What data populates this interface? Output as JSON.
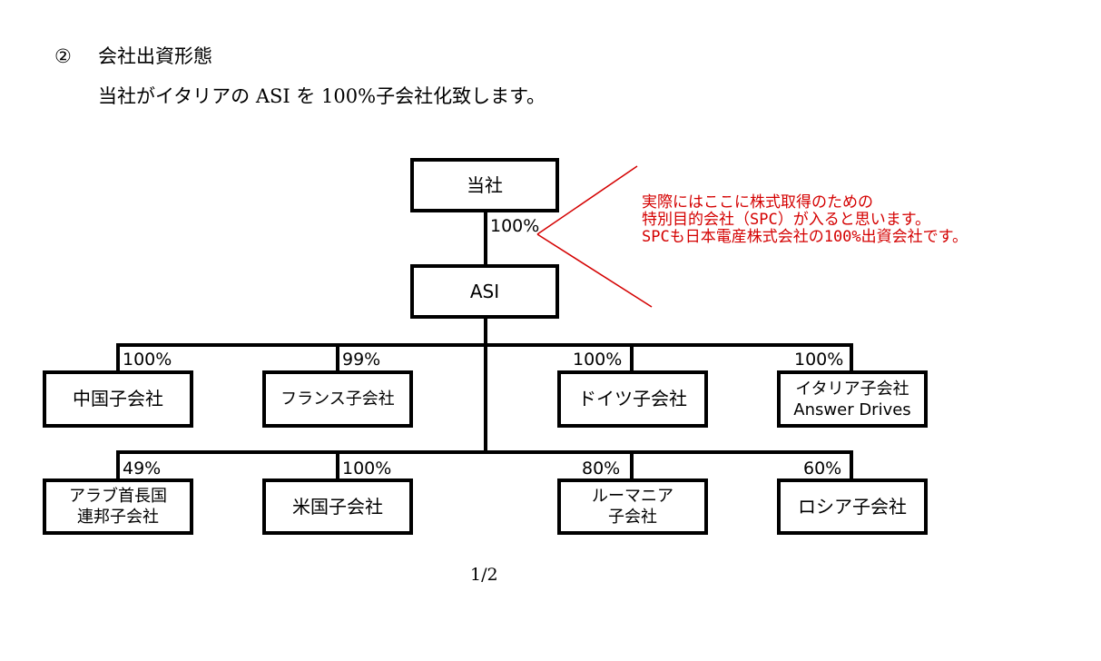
{
  "heading": {
    "number": "②",
    "title": "会社出資形態"
  },
  "subline": "当社がイタリアの ASI を 100%子会社化致します。",
  "top_company": {
    "name": "当社",
    "pct_to_asi": "100%"
  },
  "asi": {
    "name": "ASI"
  },
  "row1": [
    {
      "name": "中国子会社",
      "pct": "100%"
    },
    {
      "name": "フランス子会社",
      "pct": "99%"
    },
    {
      "name": "ドイツ子会社",
      "pct": "100%"
    },
    {
      "name_line1": "イタリア子会社",
      "name_line2": "Answer Drives",
      "pct": "100%"
    }
  ],
  "row2": [
    {
      "name_line1": "アラブ首長国",
      "name_line2": "連邦子会社",
      "pct": "49%"
    },
    {
      "name": "米国子会社",
      "pct": "100%"
    },
    {
      "name_line1": "ルーマニア",
      "name_line2": "子会社",
      "pct": "80%"
    },
    {
      "name": "ロシア子会社",
      "pct": "60%"
    }
  ],
  "annotation": {
    "line1": "実際にはここに株式取得のための",
    "line2": "特別目的会社（SPC）が入ると思います。",
    "line3": "SPCも日本電産株式会社の100%出資会社です。",
    "color": "#d40000"
  },
  "page_number": "1/2"
}
